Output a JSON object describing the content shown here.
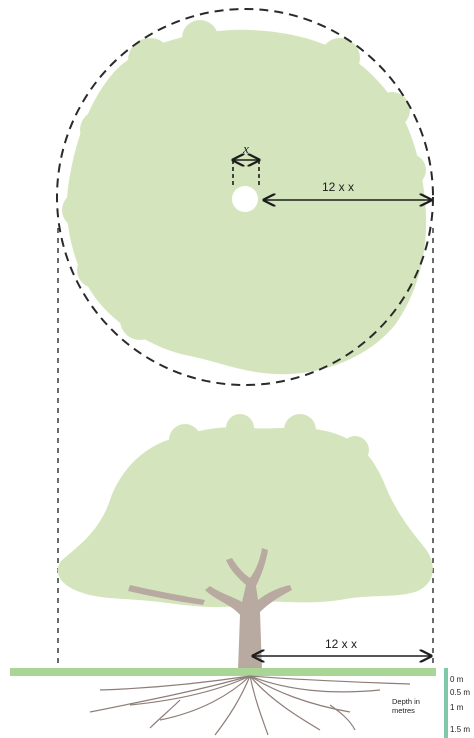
{
  "top_view": {
    "trunk_width_label": "x",
    "radius_label": "12 x x"
  },
  "side_view": {
    "radius_label": "12 x x"
  },
  "depth_scale": {
    "title": "Depth in metres",
    "ticks": [
      "0 m",
      "0.5 m",
      "1 m",
      "1.5 m"
    ]
  },
  "colors": {
    "canopy": "#d4e5bd",
    "ground": "#a9d597",
    "depth_bar": "#7fc9a8",
    "trunk": "#b9aaa1",
    "roots": "#8e7e78"
  }
}
